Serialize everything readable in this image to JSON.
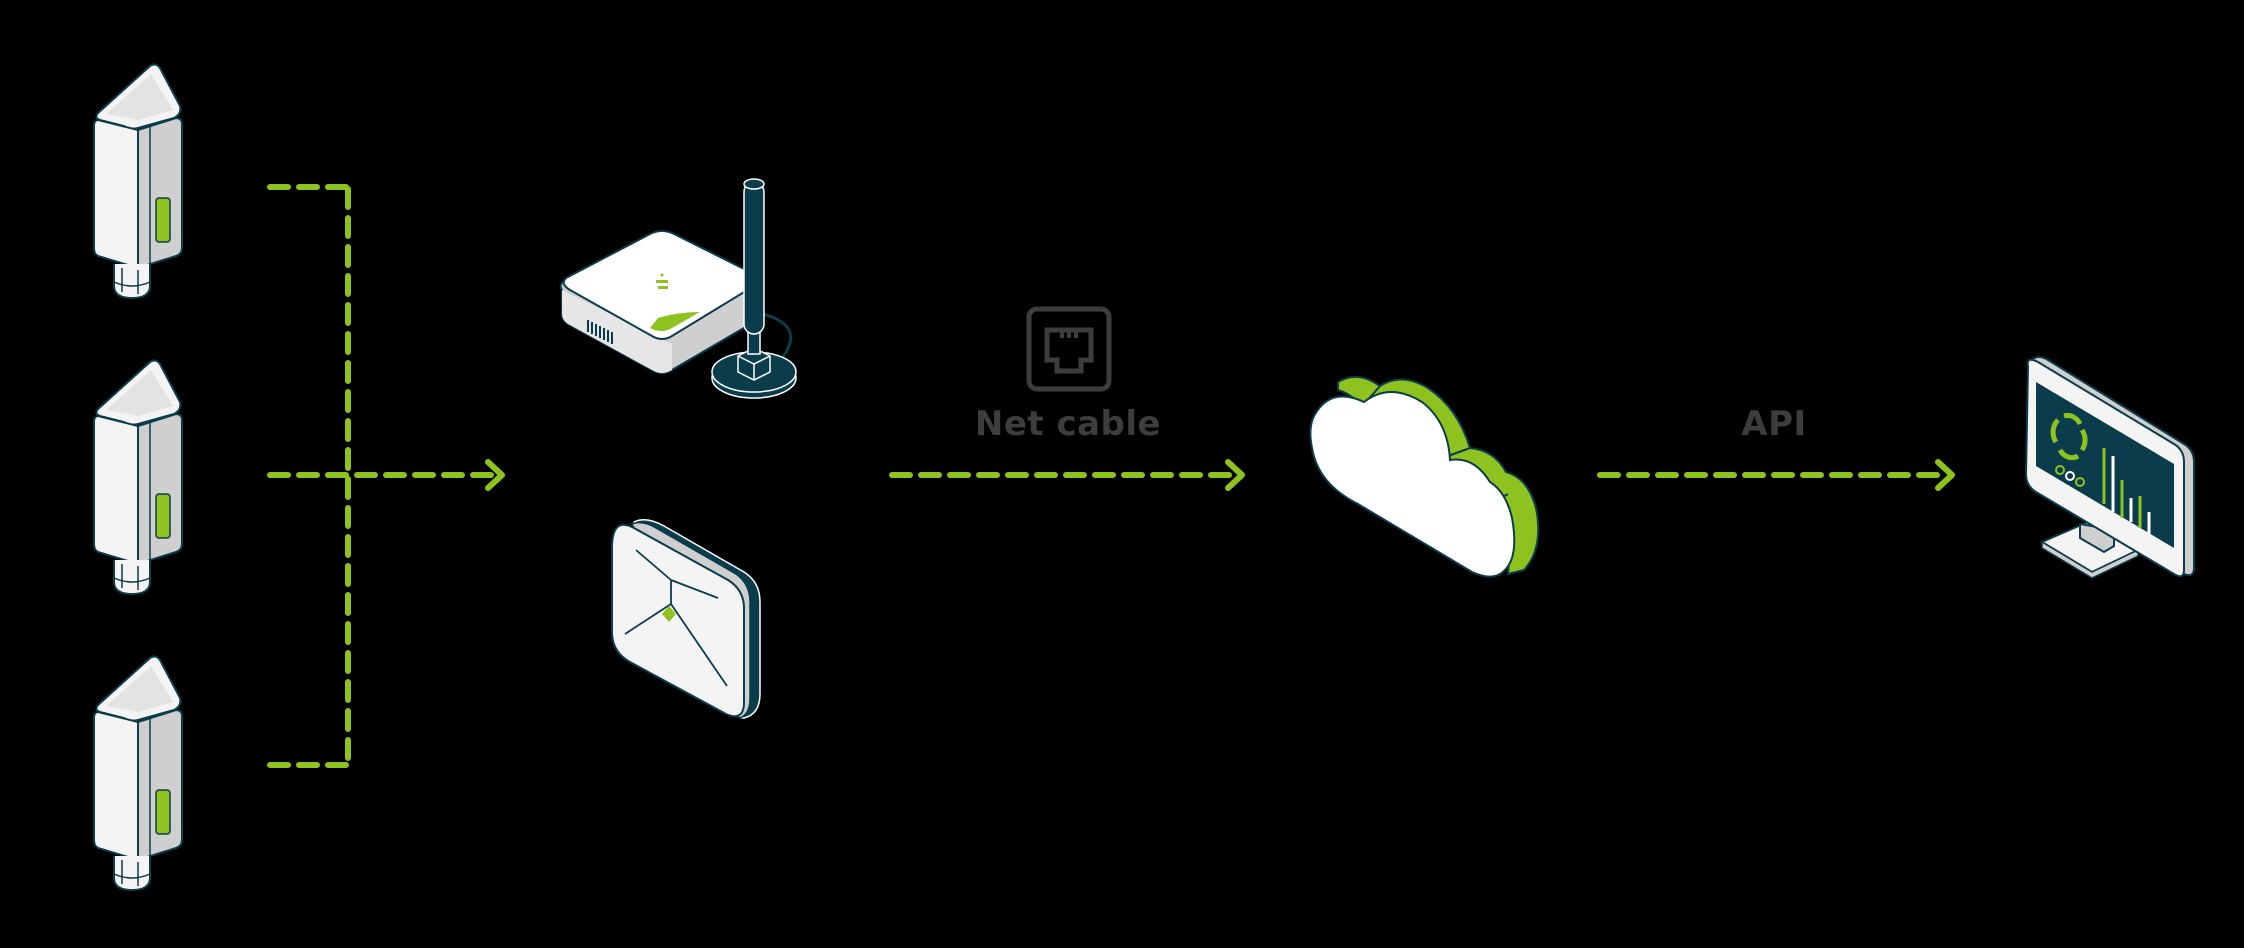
{
  "diagram": {
    "type": "iot-data-flow",
    "colors": {
      "background": "#000000",
      "accent_green": "#8dc21f",
      "outline_teal": "#0b3c4c",
      "device_white": "#f4f4f4",
      "device_grey": "#cfcfcf",
      "label_text": "#3d3d3d"
    },
    "nodes": [
      {
        "id": "sensor-1",
        "kind": "sensor",
        "icon": "sensor-icon"
      },
      {
        "id": "sensor-2",
        "kind": "sensor",
        "icon": "sensor-icon"
      },
      {
        "id": "sensor-3",
        "kind": "sensor",
        "icon": "sensor-icon"
      },
      {
        "id": "gateway-router",
        "kind": "gateway",
        "icon": "router-with-antenna-icon"
      },
      {
        "id": "gateway-ceiling",
        "kind": "gateway",
        "icon": "ceiling-access-point-icon"
      },
      {
        "id": "cloud",
        "kind": "cloud",
        "icon": "cloud-icon"
      },
      {
        "id": "monitor",
        "kind": "dashboard",
        "icon": "monitor-dashboard-icon"
      }
    ],
    "connections": [
      {
        "from": "sensors",
        "to": "gateways",
        "label": ""
      },
      {
        "from": "gateways",
        "to": "cloud",
        "label": "Net cable",
        "icon": "ethernet-port-icon"
      },
      {
        "from": "cloud",
        "to": "monitor",
        "label": "API"
      }
    ]
  },
  "labels": {
    "net_cable": "Net cable",
    "api": "API"
  }
}
